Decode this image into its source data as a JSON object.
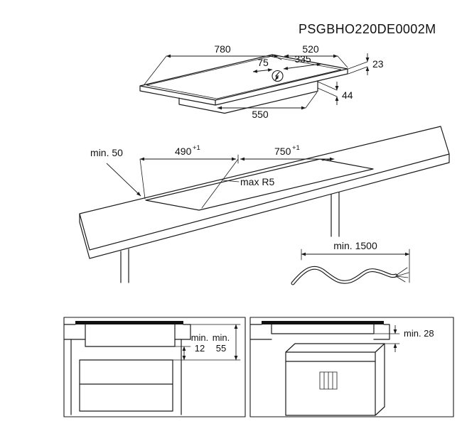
{
  "style": {
    "background": "#ffffff",
    "ink": "#1a1a1a"
  },
  "header": {
    "part_code": "PSGBHO220DE0002M"
  },
  "hob_view": {
    "width_mm": "780",
    "depth_mm": "520",
    "mains_offset_small": "75",
    "mains_offset_large": "335",
    "glass_thickness_mm": "23",
    "body_height_mm": "44",
    "body_width_mm": "550",
    "power_icon": "lightning-bolt-icon"
  },
  "worktop_view": {
    "rear_clearance": "min. 50",
    "cutout_depth": "490",
    "cutout_depth_tolerance": "+1",
    "cutout_width": "750",
    "cutout_width_tolerance": "+1",
    "corner_radius": "max R5"
  },
  "cable_view": {
    "cable_length": "min. 1500"
  },
  "drawer_view": {
    "hob_clearance_label": "min.",
    "hob_clearance_value": "12",
    "drawer_clearance_label": "min.",
    "drawer_clearance_value": "55"
  },
  "oven_view": {
    "oven_clearance": "min. 28"
  }
}
